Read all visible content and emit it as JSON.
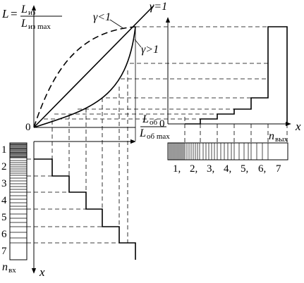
{
  "labels": {
    "L": "L",
    "eq": "=",
    "L_num": "L",
    "L_num_sub": "из",
    "L_den": "L",
    "L_den_sub": "из max",
    "gamma_lt": "γ<1",
    "gamma_eq": "γ=1",
    "gamma_gt": "γ>1",
    "origin_left": "0",
    "origin_right": "0",
    "Lob_num": "L",
    "Lob_num_sub": "об",
    "Lob_den": "L",
    "Lob_den_sub": "об max",
    "x_right": "x",
    "n_out": "n",
    "n_out_sub": "вых",
    "n_in": "n",
    "n_in_sub": "вх",
    "x_bottom": "x"
  },
  "input_levels": [
    "1",
    "2",
    "3",
    "4",
    "5",
    "6",
    "7"
  ],
  "output_levels": [
    "1,",
    "2,",
    "3,",
    "4,",
    "5,",
    "6,",
    "7"
  ]
}
